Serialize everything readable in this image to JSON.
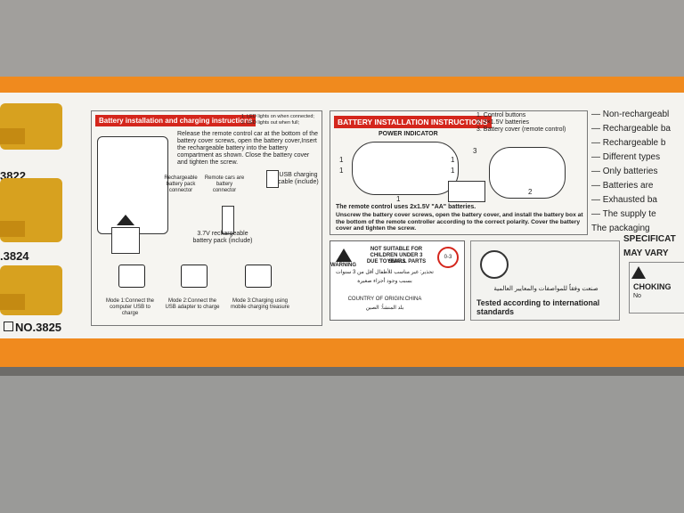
{
  "models": [
    "3822",
    ".3824",
    "NO.3825"
  ],
  "left_section": {
    "title": "Battery installation and charging instructions",
    "led_notes": [
      "1. LED lights on when connected;",
      "2. LED lights out when full;"
    ],
    "instructions": "Release the remote control car at the bottom of the battery cover screws, open the battery cover,Insert the rechargeable battery into the battery compartment as shown. Close the battery cover and tighten the screw.",
    "connector_labels": [
      "Rechargeable battery pack connector",
      "Remote cars are battery connector"
    ],
    "usb_label": "USB charging cable (include)",
    "pack_label": "3.7V rechargeable battery pack (include)",
    "modes": [
      "Mode 1:Connect the computer USB to charge",
      "Mode 2:Connect the USB adapter to charge",
      "Mode 3:Charging using mobile charging treasure"
    ]
  },
  "center_section": {
    "title": "BATTERY INSTALLATION INSTRUCTIONS",
    "list": [
      "1. Control buttons",
      "2. 2×1.5V batteries",
      "3. Battery cover (remote control)"
    ],
    "power_indicator": "POWER INDICATOR",
    "callouts": [
      "1",
      "1",
      "1",
      "1",
      "1",
      "3",
      "2"
    ],
    "text1": "The remote control uses 2x1.5V \"AA\" batteries.",
    "text2": "Unscrew the battery cover screws, open the battery cover, and install the battery box at the bottom of the remote controller according to the correct polarity. Cover the battery cover and tighten the screw."
  },
  "warning": {
    "label": "WARNING",
    "lines": [
      "NOT SUITABLE FOR",
      "CHILDREN UNDER 3 YEARS",
      "DUE TO SMALL PARTS"
    ],
    "arabic": [
      "تحذير: غير مناسب للأطفال أقل من 3 سنوات",
      "بسبب وجود أجزاء صغيرة",
      "بلد المنشأ: الصين"
    ],
    "origin": "COUNTRY OF ORIGIN:CHINA",
    "age_badge": "0-3"
  },
  "certification": {
    "arabic": "صنعت وفقاً للمواصفات والمعايير العالمية",
    "text": "Tested according to international standards"
  },
  "right_list": [
    "— Non-rechargeabl",
    "— Rechargeable ba",
    "— Rechargeable b",
    "— Different  types",
    "— Only batteries",
    "— Batteries  are",
    "— Exhausted ba",
    "— The supply te",
    "  The packaging"
  ],
  "right_spec": [
    "SPECIFICAT",
    "MAY VARY"
  ],
  "right_warning": [
    "CHOKING",
    "No"
  ]
}
